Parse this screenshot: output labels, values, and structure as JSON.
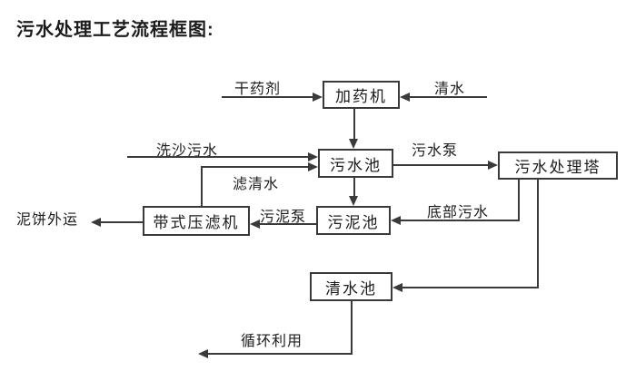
{
  "diagram": {
    "title": "污水处理工艺流程框图:",
    "nodes": [
      {
        "id": "dosing-machine",
        "label": "加药机"
      },
      {
        "id": "sewage-pool",
        "label": "污水池"
      },
      {
        "id": "treatment-tower",
        "label": "污水处理塔"
      },
      {
        "id": "sludge-pool",
        "label": "污泥池"
      },
      {
        "id": "belt-filter-press",
        "label": "带式压滤机"
      },
      {
        "id": "clear-water-pool",
        "label": "清水池"
      }
    ],
    "edges": [
      {
        "from": "dry-chemical-input",
        "to": "dosing-machine",
        "label": "干药剂"
      },
      {
        "from": "clear-water-input",
        "to": "dosing-machine",
        "label": "清水"
      },
      {
        "from": "dosing-machine",
        "to": "sewage-pool",
        "label": ""
      },
      {
        "from": "sand-washing-sewage-input",
        "to": "sewage-pool",
        "label": "洗沙污水"
      },
      {
        "from": "belt-filter-press",
        "to": "sewage-pool",
        "label": "滤清水"
      },
      {
        "from": "sewage-pool",
        "to": "treatment-tower",
        "label": "污水泵"
      },
      {
        "from": "sewage-pool",
        "to": "sludge-pool",
        "label": ""
      },
      {
        "from": "treatment-tower",
        "to": "sludge-pool",
        "label": "底部污水"
      },
      {
        "from": "sludge-pool",
        "to": "belt-filter-press",
        "label": "污泥泵"
      },
      {
        "from": "belt-filter-press",
        "to": "mud-cake-outbound",
        "label": "泥饼外运"
      },
      {
        "from": "treatment-tower",
        "to": "clear-water-pool",
        "label": ""
      },
      {
        "from": "clear-water-pool",
        "to": "recycling-output",
        "label": "循环利用"
      }
    ],
    "colors": {
      "line": "#3a3a3a",
      "text": "#1c1c1c",
      "background": "#ffffff"
    }
  }
}
